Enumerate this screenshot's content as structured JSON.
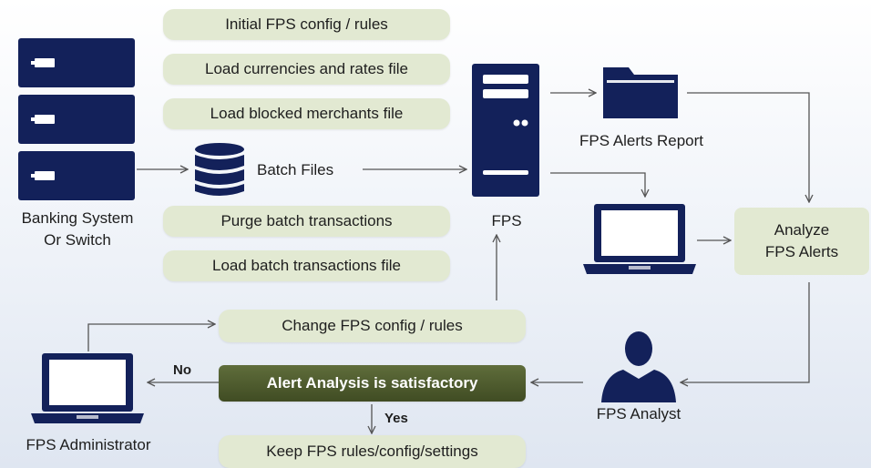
{
  "steps": {
    "initial_config": "Initial FPS config / rules",
    "load_currencies": "Load currencies and rates file",
    "load_blocked": "Load blocked merchants file",
    "purge_batch": "Purge batch transactions",
    "load_batch": "Load batch transactions file",
    "change_config": "Change FPS config / rules",
    "decision": "Alert Analysis is satisfactory",
    "keep_config": "Keep FPS rules/config/settings"
  },
  "analyze": {
    "line1": "Analyze",
    "line2": "FPS Alerts"
  },
  "labels": {
    "banking_line1": "Banking System",
    "banking_line2": "Or Switch",
    "batch_files": "Batch Files",
    "fps": "FPS",
    "alerts_report": "FPS Alerts Report",
    "analyst": "FPS Analyst",
    "administrator": "FPS Administrator",
    "no": "No",
    "yes": "Yes"
  },
  "colors": {
    "navy": "#13215a",
    "step_bg": "#e2e9d2",
    "decision_bg": "#4f5b2e",
    "line": "#555555"
  },
  "icons": {
    "banking": "server-rack-icon",
    "database": "database-icon",
    "fps": "server-tower-icon",
    "report": "folder-icon",
    "laptop": "laptop-icon",
    "analyst": "person-icon",
    "admin": "laptop-icon"
  }
}
